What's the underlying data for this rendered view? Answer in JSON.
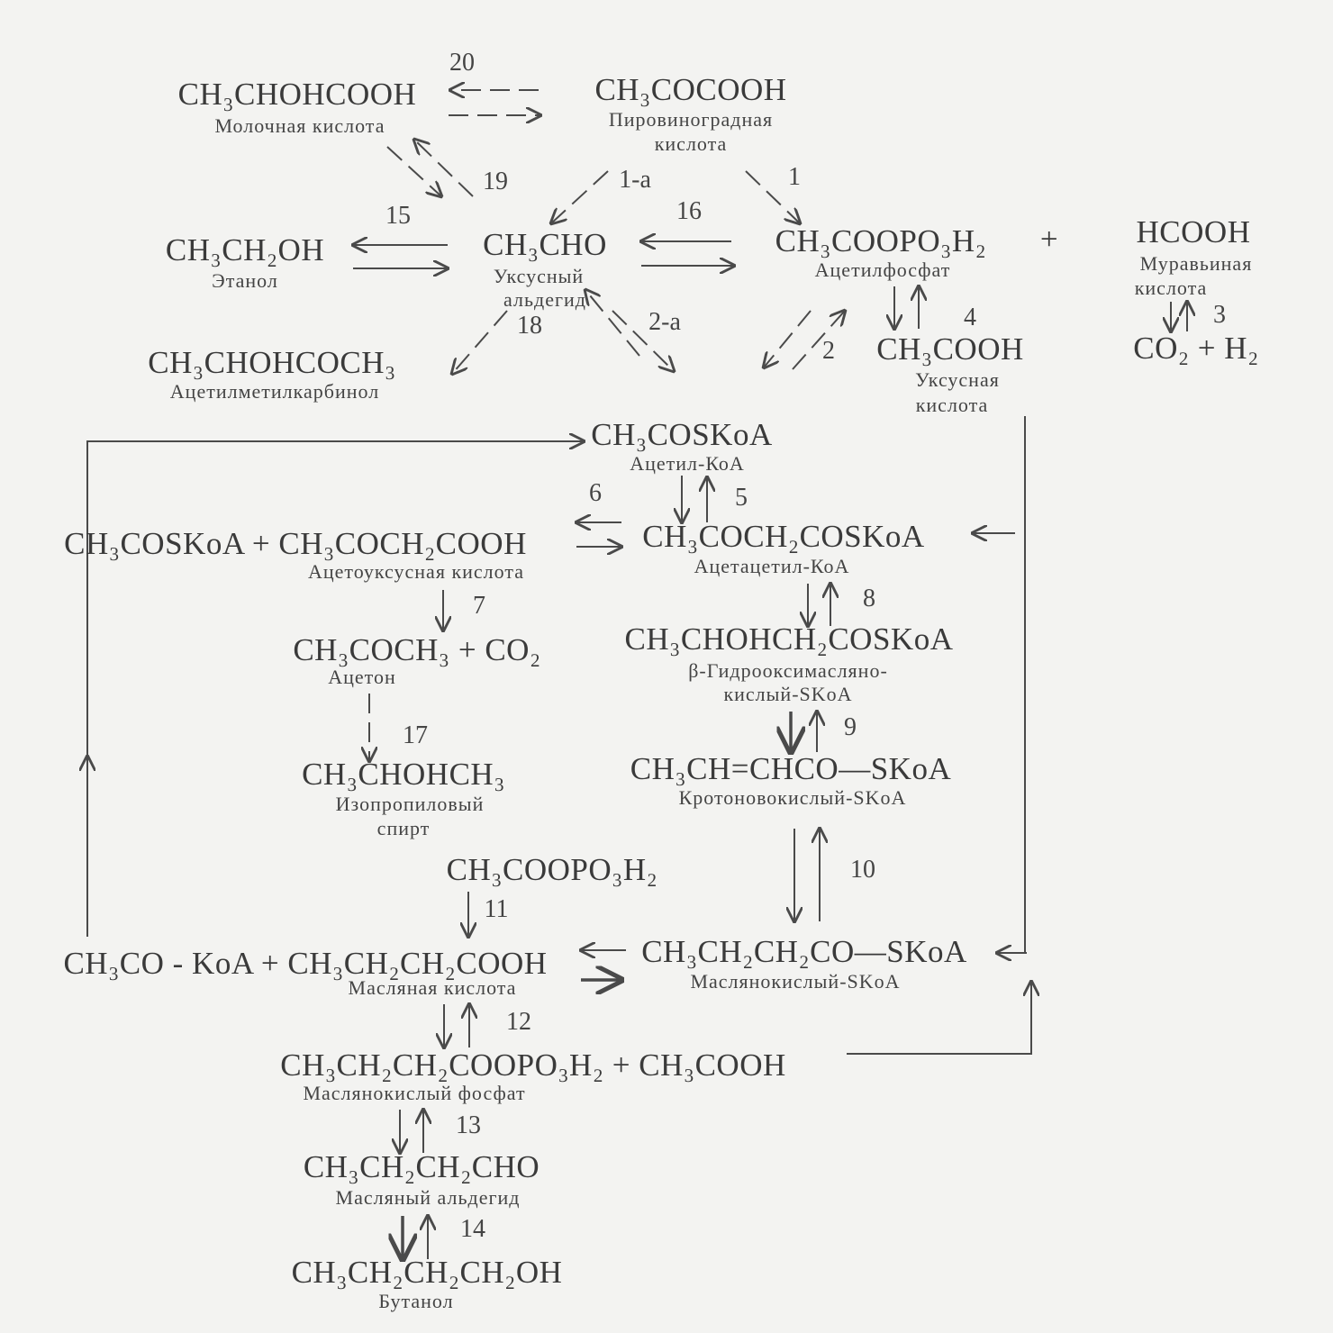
{
  "nodes": {
    "lactic": {
      "formula": "CH₃CHOHCOOH",
      "name": "Молочная кислота"
    },
    "pyruvic": {
      "formula": "CH₃COCOOH",
      "name1": "Пировиноградная",
      "name2": "кислота"
    },
    "ethanol": {
      "formula": "CH₃CH₂OH",
      "name": "Этанол"
    },
    "acetaldehyde": {
      "formula": "CH₃CHO",
      "name1": "Уксусный",
      "name2": "альдегид"
    },
    "acetylphosphate": {
      "formula": "CH₃COOPO₃H₂",
      "name": "Ацетилфосфат"
    },
    "plus": "+",
    "formic": {
      "formula": "HCOOH",
      "name1": "Муравьиная",
      "name2": "кислота"
    },
    "co2h2": {
      "formula": "CO₂  +  H₂"
    },
    "acetoin": {
      "formula": "CH₃CHOHCOCH₃",
      "name": "Ацетилметилкарбинол"
    },
    "acetic": {
      "formula": "CH₃COOH",
      "name1": "Уксусная",
      "name2": "кислота"
    },
    "acetylcoa": {
      "formula": "CH₃COSKoA",
      "name": "Ацетил-КоА"
    },
    "acetoacetic": {
      "formula": "CH₃COSKoA + CH₃COCH₂COOH",
      "name": "Ацетоуксусная кислота"
    },
    "acetoacetylcoa": {
      "formula": "CH₃COCH₂COSKoA",
      "name": "Ацетацетил-КоА"
    },
    "acetone": {
      "formula": "CH₃COCH₃ + CO₂",
      "name": "Ацетон"
    },
    "hydroxybutyryl": {
      "formula": "CH₃CHOHCH₂COSKoA",
      "name1": "β-Гидрооксимасляно-",
      "name2": "кислый-SKoA"
    },
    "isopropanol": {
      "formula": "CH₃CHOHCH₃",
      "name1": "Изопропиловый",
      "name2": "спирт"
    },
    "crotonyl": {
      "formula": "CH₃CH=CHCO—SKoA",
      "name": "Кротоновокислый-SKoA"
    },
    "acetylphosphate2": {
      "formula": "CH₃COOPO₃H₂"
    },
    "butyric": {
      "formula": "CH₃CO - KoA + CH₃CH₂CH₂COOH",
      "name": "Масляная кислота"
    },
    "butyrylcoa": {
      "formula": "CH₃CH₂CH₂CO—SKoA",
      "name": "Маслянокислый-SKoA"
    },
    "butyrylphosphate": {
      "formula": "CH₃CH₂CH₂COOPO₃H₂  +  CH₃COOH",
      "name": "Маслянокислый фосфат"
    },
    "butyraldehyde": {
      "formula": "CH₃CH₂CH₂CHO",
      "name": "Масляный альдегид"
    },
    "butanol": {
      "formula": "CH₃CH₂CH₂CH₂OH",
      "name": "Бутанол"
    }
  },
  "steps": {
    "s20": "20",
    "s19": "19",
    "s1a": "1-а",
    "s1": "1",
    "s16": "16",
    "s15": "15",
    "s18": "18",
    "s2a": "2-а",
    "s2": "2",
    "s4": "4",
    "s3": "3",
    "s5": "5",
    "s6": "6",
    "s7": "7",
    "s8": "8",
    "s9": "9",
    "s17": "17",
    "s10": "10",
    "s11": "11",
    "s12": "12",
    "s13": "13",
    "s14": "14"
  }
}
